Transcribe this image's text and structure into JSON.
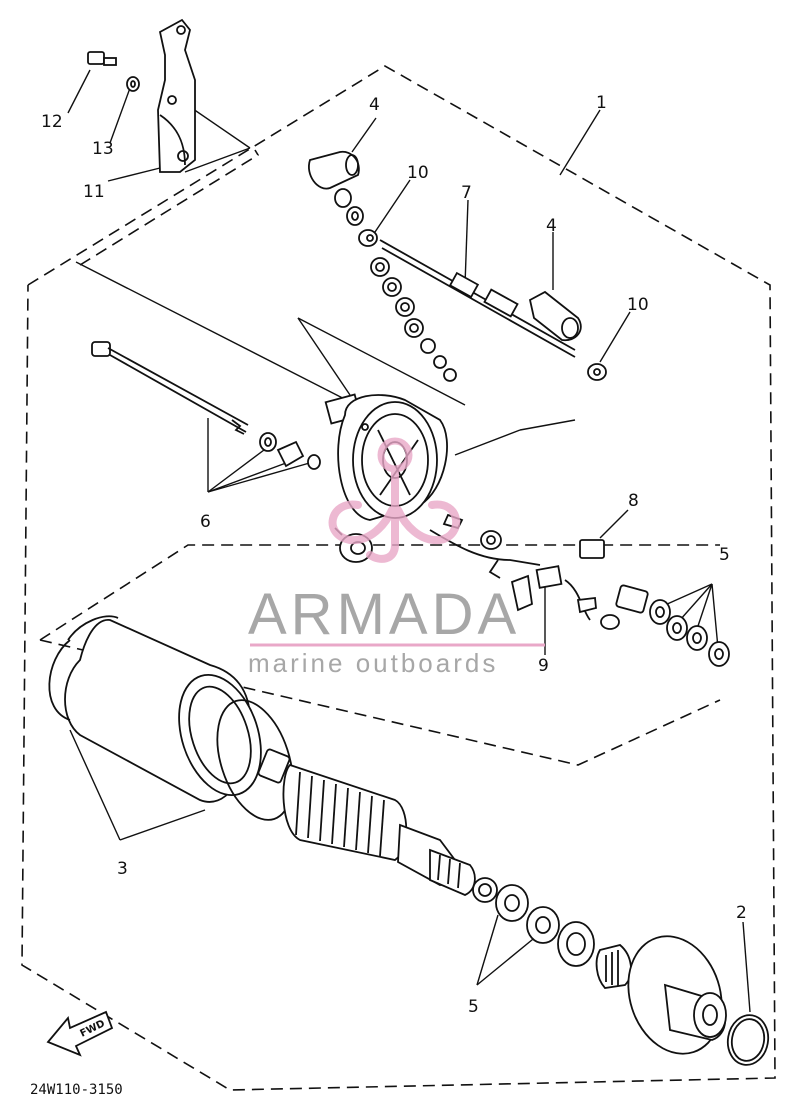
{
  "diagram": {
    "drawing_code": "24W110-3150",
    "direction_marker": "FWD",
    "callouts": [
      {
        "id": "label-1",
        "text": "1"
      },
      {
        "id": "label-2",
        "text": "2"
      },
      {
        "id": "label-3",
        "text": "3"
      },
      {
        "id": "label-4a",
        "text": "4"
      },
      {
        "id": "label-4b",
        "text": "4"
      },
      {
        "id": "label-5a",
        "text": "5"
      },
      {
        "id": "label-5b",
        "text": "5"
      },
      {
        "id": "label-6",
        "text": "6"
      },
      {
        "id": "label-7",
        "text": "7"
      },
      {
        "id": "label-8",
        "text": "8"
      },
      {
        "id": "label-9",
        "text": "9"
      },
      {
        "id": "label-10a",
        "text": "10"
      },
      {
        "id": "label-10b",
        "text": "10"
      },
      {
        "id": "label-11",
        "text": "11"
      },
      {
        "id": "label-12",
        "text": "12"
      },
      {
        "id": "label-13",
        "text": "13"
      }
    ]
  },
  "watermark": {
    "brand": "ARMADA",
    "tagline": "marine outboards",
    "logo_color": "#e9a8c8",
    "text_color": "#8a8a8a",
    "line_color": "#e9a8c8"
  }
}
